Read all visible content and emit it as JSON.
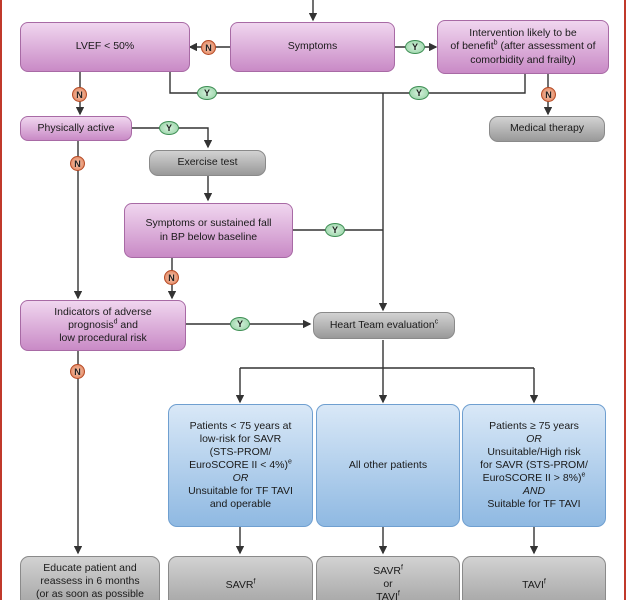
{
  "nodes": {
    "lvef": "LVEF < 50%",
    "symptoms": "Symptoms",
    "intervention": [
      "Intervention likely to be",
      "of benefit",
      "b",
      " (after assessment of",
      "comorbidity and frailty)"
    ],
    "physically_active": "Physically active",
    "medical_therapy": "Medical therapy",
    "exercise_test": "Exercise test",
    "symptoms_bp": [
      "Symptoms or sustained fall",
      "in BP below baseline"
    ],
    "indicators": [
      "Indicators of adverse",
      "prognosis",
      "d",
      " and",
      "low procedural risk"
    ],
    "heart_team": [
      "Heart Team evaluation",
      "c"
    ],
    "young_patients": [
      "Patients < 75 years at",
      "low-risk for SAVR",
      "(STS-PROM/",
      "EuroSCORE II < 4%)",
      "e",
      "OR",
      "Unsuitable for TF TAVI",
      "and operable"
    ],
    "all_other": "All other patients",
    "old_patients": [
      "Patients ≥ 75 years",
      "OR",
      "Unsuitable/High risk",
      "for SAVR (STS-PROM/",
      "EuroSCORE II > 8%)",
      "e",
      "AND",
      "Suitable for TF TAVI"
    ],
    "educate": [
      "Educate patient and",
      "reassess in 6 months",
      "(or as soon as possible"
    ],
    "savr": [
      "SAVR",
      "f"
    ],
    "savr_or_tavi": [
      "SAVR",
      "f",
      "or",
      "TAVI",
      "f"
    ],
    "tavi": [
      "TAVI",
      "f"
    ]
  },
  "badges": {
    "yes": "Y",
    "no": "N"
  },
  "colors": {
    "frame": "#c0392b",
    "decision_box": "#d8a8d6",
    "action_box": "#a8a8a8",
    "group_box": "#a9cbec",
    "yes_badge": "#a8dcb4",
    "no_badge": "#e98e63",
    "line": "#333333"
  }
}
